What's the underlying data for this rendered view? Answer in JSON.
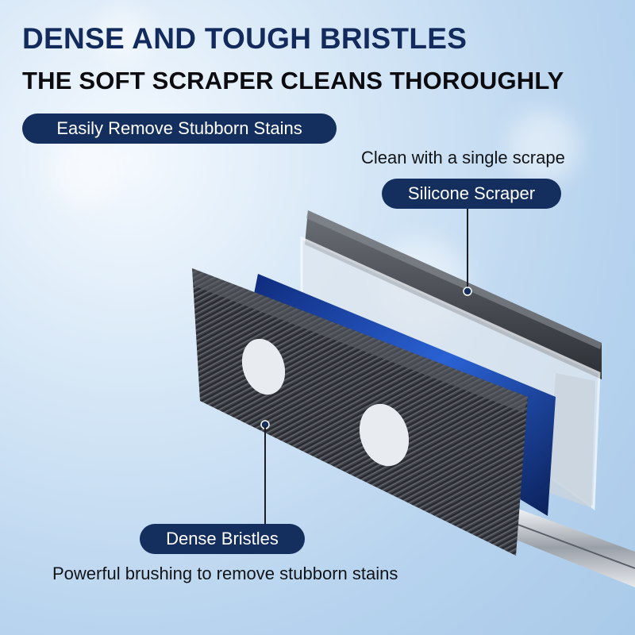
{
  "headline": "DENSE AND TOUGH BRISTLES",
  "subheadline": "THE SOFT SCRAPER CLEANS THOROUGHLY",
  "badge_top_left": "Easily Remove Stubborn Stains",
  "scraper": {
    "caption": "Clean with a single scrape",
    "label": "Silicone Scraper"
  },
  "bristles": {
    "label": "Dense Bristles",
    "caption": "Powerful brushing to remove stubborn stains"
  },
  "colors": {
    "navy": "#142e5e",
    "headline": "#132a5c",
    "bristle": "#3d4046",
    "accent_blue": "#1f4fb8"
  }
}
